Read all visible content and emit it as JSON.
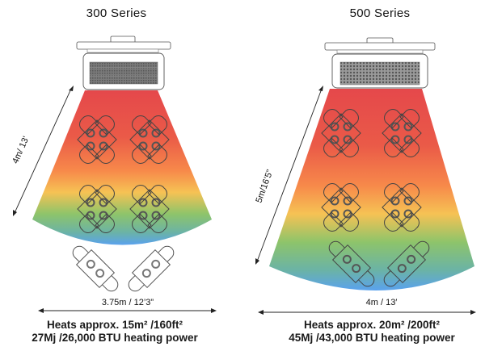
{
  "panels": [
    {
      "id": "300",
      "title": "300 Series",
      "depth_label": "4m/ 13'",
      "width_label": "3.75m / 12’3”",
      "caption_line1": "Heats approx. 15m²  /160ft²",
      "caption_line2": "27Mj /26,000 BTU heating power",
      "heater_grille": "slatted"
    },
    {
      "id": "500",
      "title": "500 Series",
      "depth_label": "5m/16’5”",
      "width_label": "4m / 13′",
      "caption_line1": "Heats approx. 20m² /200ft²",
      "caption_line2": "45Mj /43,000 BTU heating power",
      "heater_grille": "mesh"
    }
  ],
  "colors": {
    "heat_red": "#e5484b",
    "heat_orange": "#f7894a",
    "heat_yellow": "#f6c254",
    "heat_green": "#8ec46a",
    "heat_blue": "#5aa2ee",
    "outline": "#444444"
  },
  "icons": {
    "heater": "patio-heater-icon",
    "table_group_4": "four-seat-table-icon",
    "table_group_2": "two-seat-table-icon",
    "dimension_arrow": "double-arrow-icon"
  }
}
